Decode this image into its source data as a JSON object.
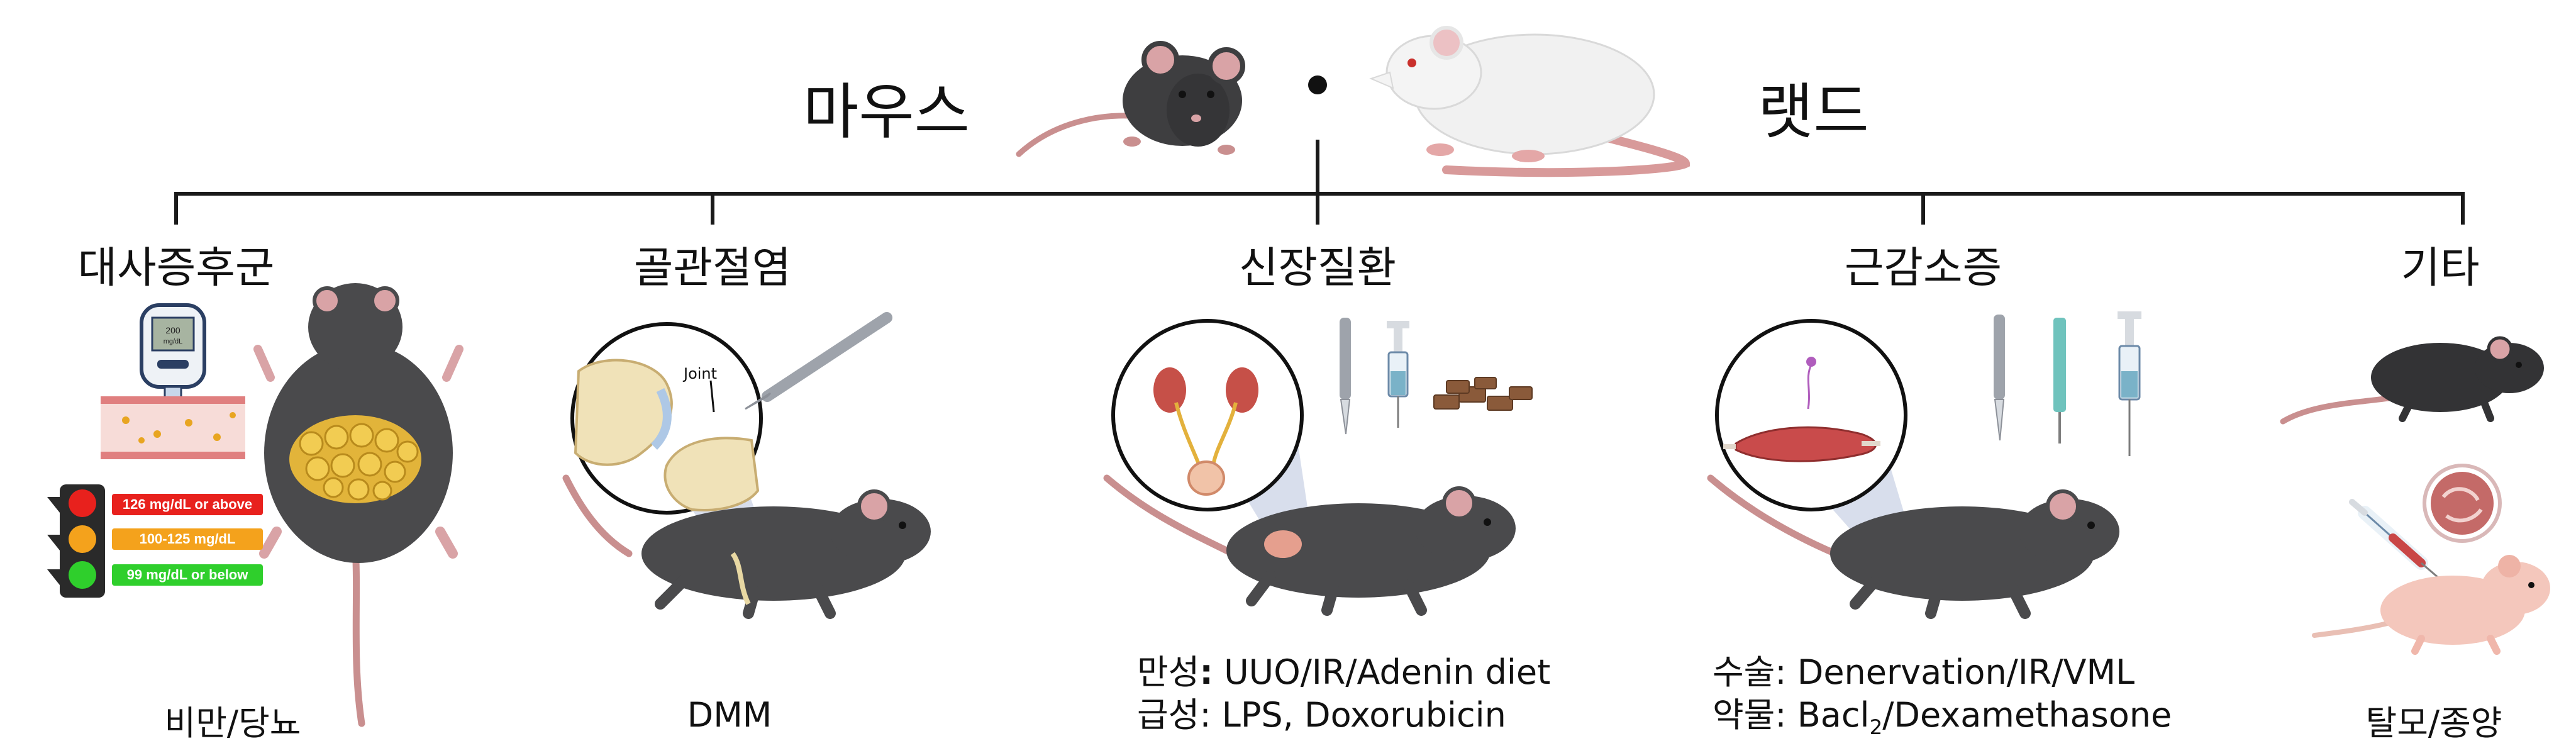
{
  "header": {
    "mouse_label": "마우스",
    "rat_label": "랫드"
  },
  "categories": [
    {
      "key": "metabolic",
      "label": "대사증후군",
      "caption": "비만/당뇨"
    },
    {
      "key": "osteoarthritis",
      "label": "골관절염",
      "caption": "DMM"
    },
    {
      "key": "kidney",
      "label": "신장질환",
      "chronic_prefix": "만성",
      "chronic_models": "UUO/IR/Adenin diet",
      "acute_prefix": "급성",
      "acute_models": "LPS, Doxorubicin"
    },
    {
      "key": "sarcopenia",
      "label": "근감소증",
      "surgery_prefix": "수술",
      "surgery_models": "Denervation/IR/VML",
      "drug_prefix": "약물",
      "drug_models_a": "Bacl",
      "drug_models_sub": "2",
      "drug_models_b": "/Dexamethasone"
    },
    {
      "key": "other",
      "label": "기타",
      "caption": "탈모/종양"
    }
  ],
  "glucose_meter": {
    "reading": "200",
    "unit": "mg/dL"
  },
  "glucose_levels": [
    {
      "text": "126 mg/dL or above",
      "color": "#e8211d"
    },
    {
      "text": "100-125 mg/dL",
      "color": "#f4a21c"
    },
    {
      "text": "99 mg/dL or below",
      "color": "#2fcf2c"
    }
  ],
  "joint_label": "Joint",
  "colors": {
    "line": "#1a1a1a",
    "mouse": "#4a4a4c",
    "mouse_dark": "#333335",
    "tail": "#c98f8f",
    "ear": "#d9a3a6",
    "rat": "#f2f2f2"
  }
}
